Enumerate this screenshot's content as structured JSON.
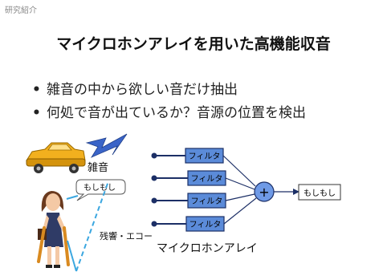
{
  "header": {
    "corner_label": "研究紹介"
  },
  "slide": {
    "title": "マイクロホンアレイを用いた高機能収音",
    "bullets": [
      "雑音の中から欲しい音だけ抽出",
      "何処で音が出ているか？音源の位置を検出"
    ],
    "bullet_symbol": "•"
  },
  "diagram": {
    "noise_label": "雑音",
    "speech_bubble": "もしもし",
    "reverb_label": "残響・エコー",
    "filter_label": "フィルタ",
    "filters": [
      "フィルタ",
      "フィルタ",
      "フィルタ",
      "フィルタ"
    ],
    "sum_symbol": "+",
    "output_label": "もしもし",
    "array_label": "マイクロホンアレイ",
    "colors": {
      "filter_fill": "#5b8bd9",
      "filter_border": "#1c2f66",
      "sum_fill": "#6f9ae6",
      "lightning": "#3a64c8",
      "car": "#f2b01e",
      "echo_line": "#3ba7e0"
    },
    "icons": [
      "car-icon",
      "lightning-icon",
      "person-icon",
      "microphone-icon"
    ]
  }
}
